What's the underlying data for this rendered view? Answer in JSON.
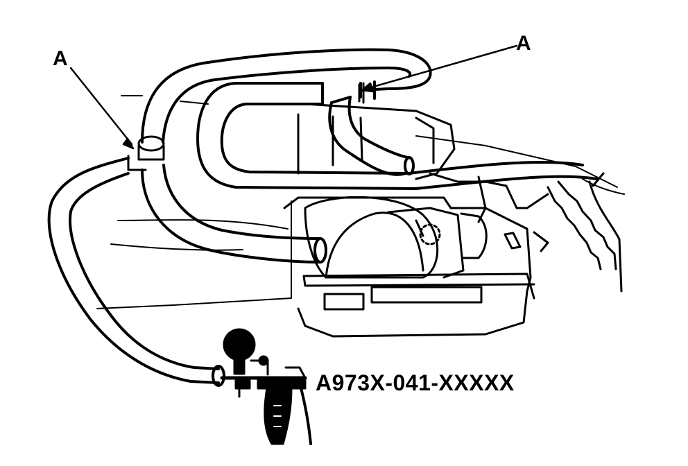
{
  "diagram": {
    "callouts": {
      "left": "A",
      "right": "A"
    },
    "tool_part_number": "A973X-041-XXXXX",
    "colors": {
      "ink": "#000000",
      "paper": "#ffffff"
    }
  }
}
